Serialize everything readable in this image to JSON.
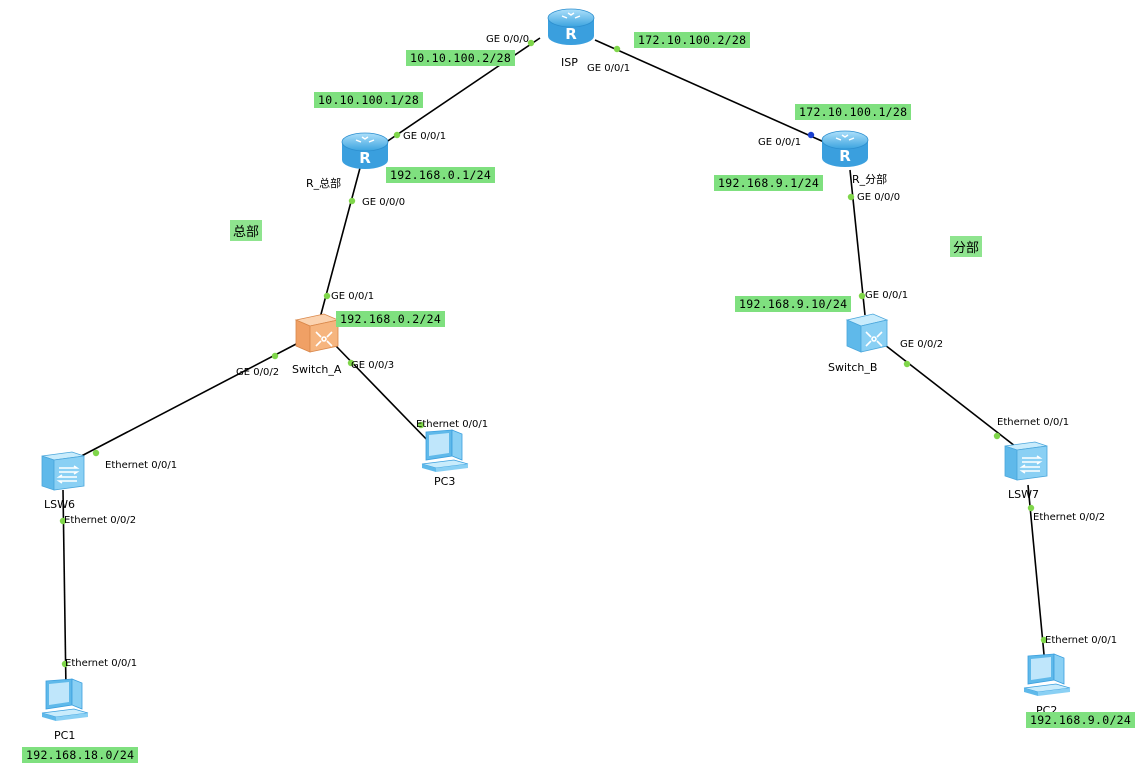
{
  "devices": {
    "isp": {
      "name": "ISP",
      "type": "router-icon"
    },
    "r_hq": {
      "name": "R_总部",
      "type": "router-icon"
    },
    "r_branch": {
      "name": "R_分部",
      "type": "router-icon"
    },
    "switch_a": {
      "name": "Switch_A",
      "type": "l3-switch-icon"
    },
    "switch_b": {
      "name": "Switch_B",
      "type": "l3-switch-icon"
    },
    "lsw6": {
      "name": "LSW6",
      "type": "switch-icon"
    },
    "lsw7": {
      "name": "LSW7",
      "type": "switch-icon"
    },
    "pc1": {
      "name": "PC1",
      "type": "pc-icon"
    },
    "pc2": {
      "name": "PC2",
      "type": "pc-icon"
    },
    "pc3": {
      "name": "PC3",
      "type": "pc-icon"
    }
  },
  "ports": {
    "isp_ge000": "GE 0/0/0",
    "isp_ge001": "GE 0/0/1",
    "rhq_ge001": "GE 0/0/1",
    "rhq_ge000": "GE 0/0/0",
    "rbr_ge001": "GE 0/0/1",
    "rbr_ge000": "GE 0/0/0",
    "swa_ge001": "GE 0/0/1",
    "swa_ge002": "GE 0/0/2",
    "swa_ge003": "GE 0/0/3",
    "swb_ge001": "GE 0/0/1",
    "swb_ge002": "GE 0/0/2",
    "lsw6_e001": "Ethernet 0/0/1",
    "lsw6_e002": "Ethernet 0/0/2",
    "lsw7_e001": "Ethernet 0/0/1",
    "lsw7_e002": "Ethernet 0/0/2",
    "pc1_e001": "Ethernet 0/0/1",
    "pc2_e001": "Ethernet 0/0/1",
    "pc3_e001": "Ethernet 0/0/1"
  },
  "ip_labels": {
    "isp_left": "10.10.100.2/28",
    "isp_right": "172.10.100.2/28",
    "rhq_wan": "10.10.100.1/28",
    "rhq_lan": "192.168.0.1/24",
    "rbr_wan": "172.10.100.1/28",
    "rbr_lan": "192.168.9.1/24",
    "swa": "192.168.0.2/24",
    "swb": "192.168.9.10/24",
    "pc1_net": "192.168.18.0/24",
    "pc2_net": "192.168.9.0/24"
  },
  "zones": {
    "hq": "总部",
    "branch": "分部"
  },
  "colors": {
    "label_bg": "#7fe07f",
    "port_up": "#7fd64a",
    "port_blue": "#1a3fcf",
    "link": "#000000",
    "router_blue": "#4fb3ea",
    "switch_orange": "#f2a66a"
  }
}
